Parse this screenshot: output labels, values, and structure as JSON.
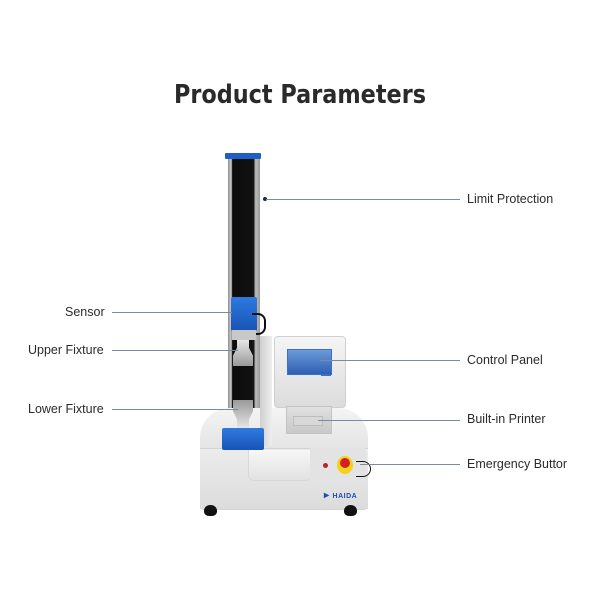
{
  "title": "Product Parameters",
  "callouts": {
    "left": [
      {
        "label": "Sensor"
      },
      {
        "label": "Upper Fixture"
      },
      {
        "label": "Lower Fixture"
      }
    ],
    "right": [
      {
        "label": "Limit Protection"
      },
      {
        "label": "Control Panel"
      },
      {
        "label": "Built-in Printer"
      },
      {
        "label": "Emergency Buttor"
      }
    ]
  },
  "machine": {
    "brand_logo_text": "HAIDA",
    "accent_color": "#1d5fc4",
    "estop_color": "#d42020"
  }
}
